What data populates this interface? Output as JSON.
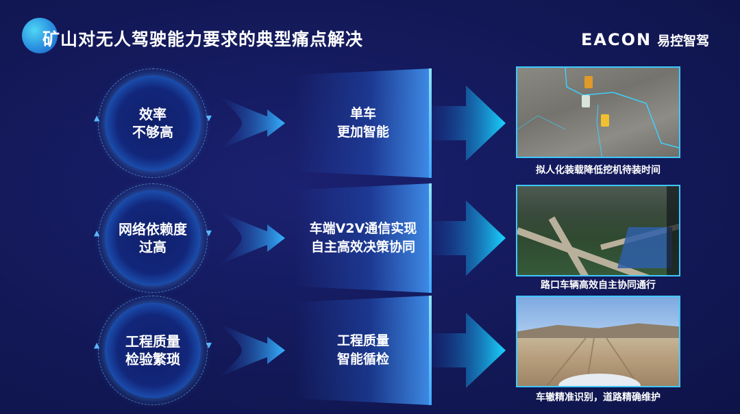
{
  "title": "矿山对无人驾驶能力要求的典型痛点解决",
  "logo": {
    "mark": "EACON",
    "cn": "易控智驾"
  },
  "rows": [
    {
      "pain": "效率\n不够高",
      "solution": "单车\n更加智能",
      "caption": "拟人化装载降低挖机待装时间"
    },
    {
      "pain": "网络依赖度\n过高",
      "solution": "车端V2V通信实现\n自主高效决策协同",
      "caption": "路口车辆高效自主协同通行"
    },
    {
      "pain": "工程质量\n检验繁琐",
      "solution": "工程质量\n智能循检",
      "caption": "车辙精准识别，道路精确维护"
    }
  ],
  "colors": {
    "accent": "#3fc9ff",
    "background": "#141a5c",
    "arrow": "#19c6ff"
  }
}
